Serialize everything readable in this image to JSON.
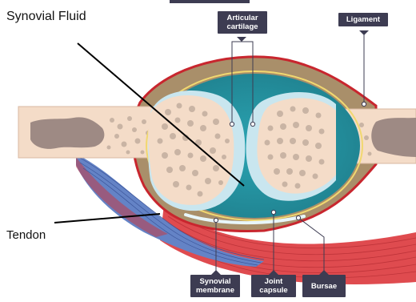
{
  "labels": {
    "synovial_fluid": "Synovial Fluid",
    "tendon": "Tendon"
  },
  "tags": {
    "articular_cartilage": [
      "Articular",
      "cartilage"
    ],
    "ligament": [
      "Ligament"
    ],
    "synovial_membrane": [
      "Synovial",
      "membrane"
    ],
    "joint_capsule": [
      "Joint",
      "capsule"
    ],
    "bursae": [
      "Bursae"
    ]
  },
  "colors": {
    "bone_shaft": "#f4dcc8",
    "bone_spongy": "#c9b4a4",
    "marrow": "#9e8a84",
    "cartilage": "#c9e6ef",
    "synovial_fluid": "#2a9aa8",
    "capsule": "#a98f6a",
    "membrane_line": "#f1d870",
    "ligament_outline": "#c8262e",
    "muscle_red": "#df4b4f",
    "tendon_blue": "#5f7fc4",
    "tag_bg": "#3d3c52"
  }
}
